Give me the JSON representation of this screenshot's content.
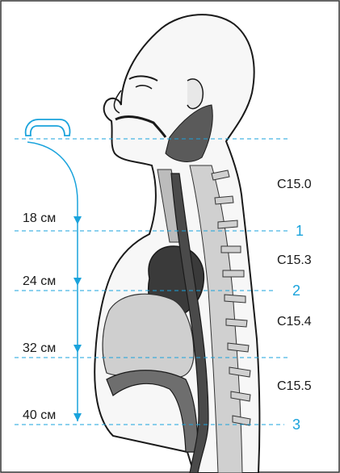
{
  "colors": {
    "accent": "#1aa3dc",
    "outline": "#1a1a1a",
    "frame": "#333333",
    "tissue_dark": "#2f2f2f",
    "tissue_mid": "#8a8a8a",
    "tissue_light": "#d4d4d4"
  },
  "distance_labels": [
    "18 см",
    "24 см",
    "32 см",
    "40 см"
  ],
  "level_numbers": [
    "1",
    "2",
    "3"
  ],
  "region_codes": [
    "C15.0",
    "C15.3",
    "C15.4",
    "C15.5"
  ]
}
